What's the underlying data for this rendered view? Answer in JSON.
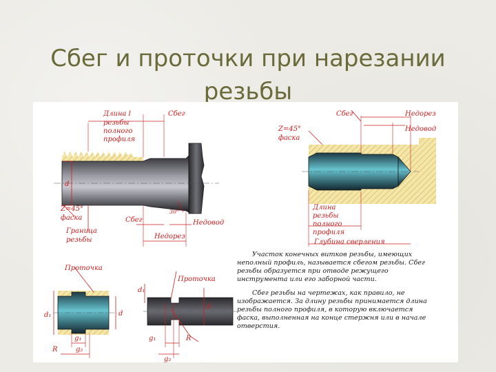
{
  "title": {
    "line1": "Сбег и проточки при нарезании",
    "line2": "резьбы"
  },
  "fig1": {
    "length_label_1": "Длина l",
    "length_label_2": "резьбы",
    "length_label_3": "полного",
    "length_label_4": "профиля",
    "sbeg_top": "Сбег",
    "d": "d",
    "chamfer_1": "Z=45°",
    "chamfer_2": "фаска",
    "boundary_1": "Граница",
    "boundary_2": "резьбы",
    "sbeg_bottom": "Сбег",
    "angle": "30°",
    "nedovod": "Недовод",
    "nedorez": "Недорез"
  },
  "fig2": {
    "sbeg": "Сбег",
    "nedorez": "Недорез",
    "nedovod": "Недовод",
    "chamfer_1": "Z=45°",
    "chamfer_2": "фаска",
    "length_1": "Длина",
    "length_2": "резьбы",
    "length_3": "полного",
    "length_4": "профиля",
    "depth": "Глубина сверления"
  },
  "fig3": {
    "protochka": "Проточка",
    "d1": "d₁",
    "d": "d",
    "g1": "g₁",
    "g2": "g₂",
    "r": "R"
  },
  "fig4": {
    "protochka": "Проточка",
    "d1": "d₁",
    "d": "d",
    "g1": "g₁",
    "g2": "g₂",
    "r": "R"
  },
  "notes": {
    "p1": [
      "Участок конечных витков резьбы, имеющих",
      "неполный профиль, называется сбегом резьбы. Сбег",
      "резьбы образуется при отводе режущего",
      "инструмента или его заборной части."
    ],
    "p2": [
      "Сбег резьбы на чертежах, как правило, не",
      "изображается. За длину резьбы принимается длина",
      "резьбы полного профиля, в которую включается",
      "фаска, выполненная на конце стержня или в начале",
      "отверстия."
    ]
  },
  "colors": {
    "title": "#6b6b3a",
    "labels": "#cc1f1f",
    "steel_dark": "#3a3a3e",
    "steel_light": "#b8b8c0",
    "teal": "#38a8b4",
    "hatch_fill": "#f4e6a8",
    "hatch_line": "#c7a33a"
  }
}
